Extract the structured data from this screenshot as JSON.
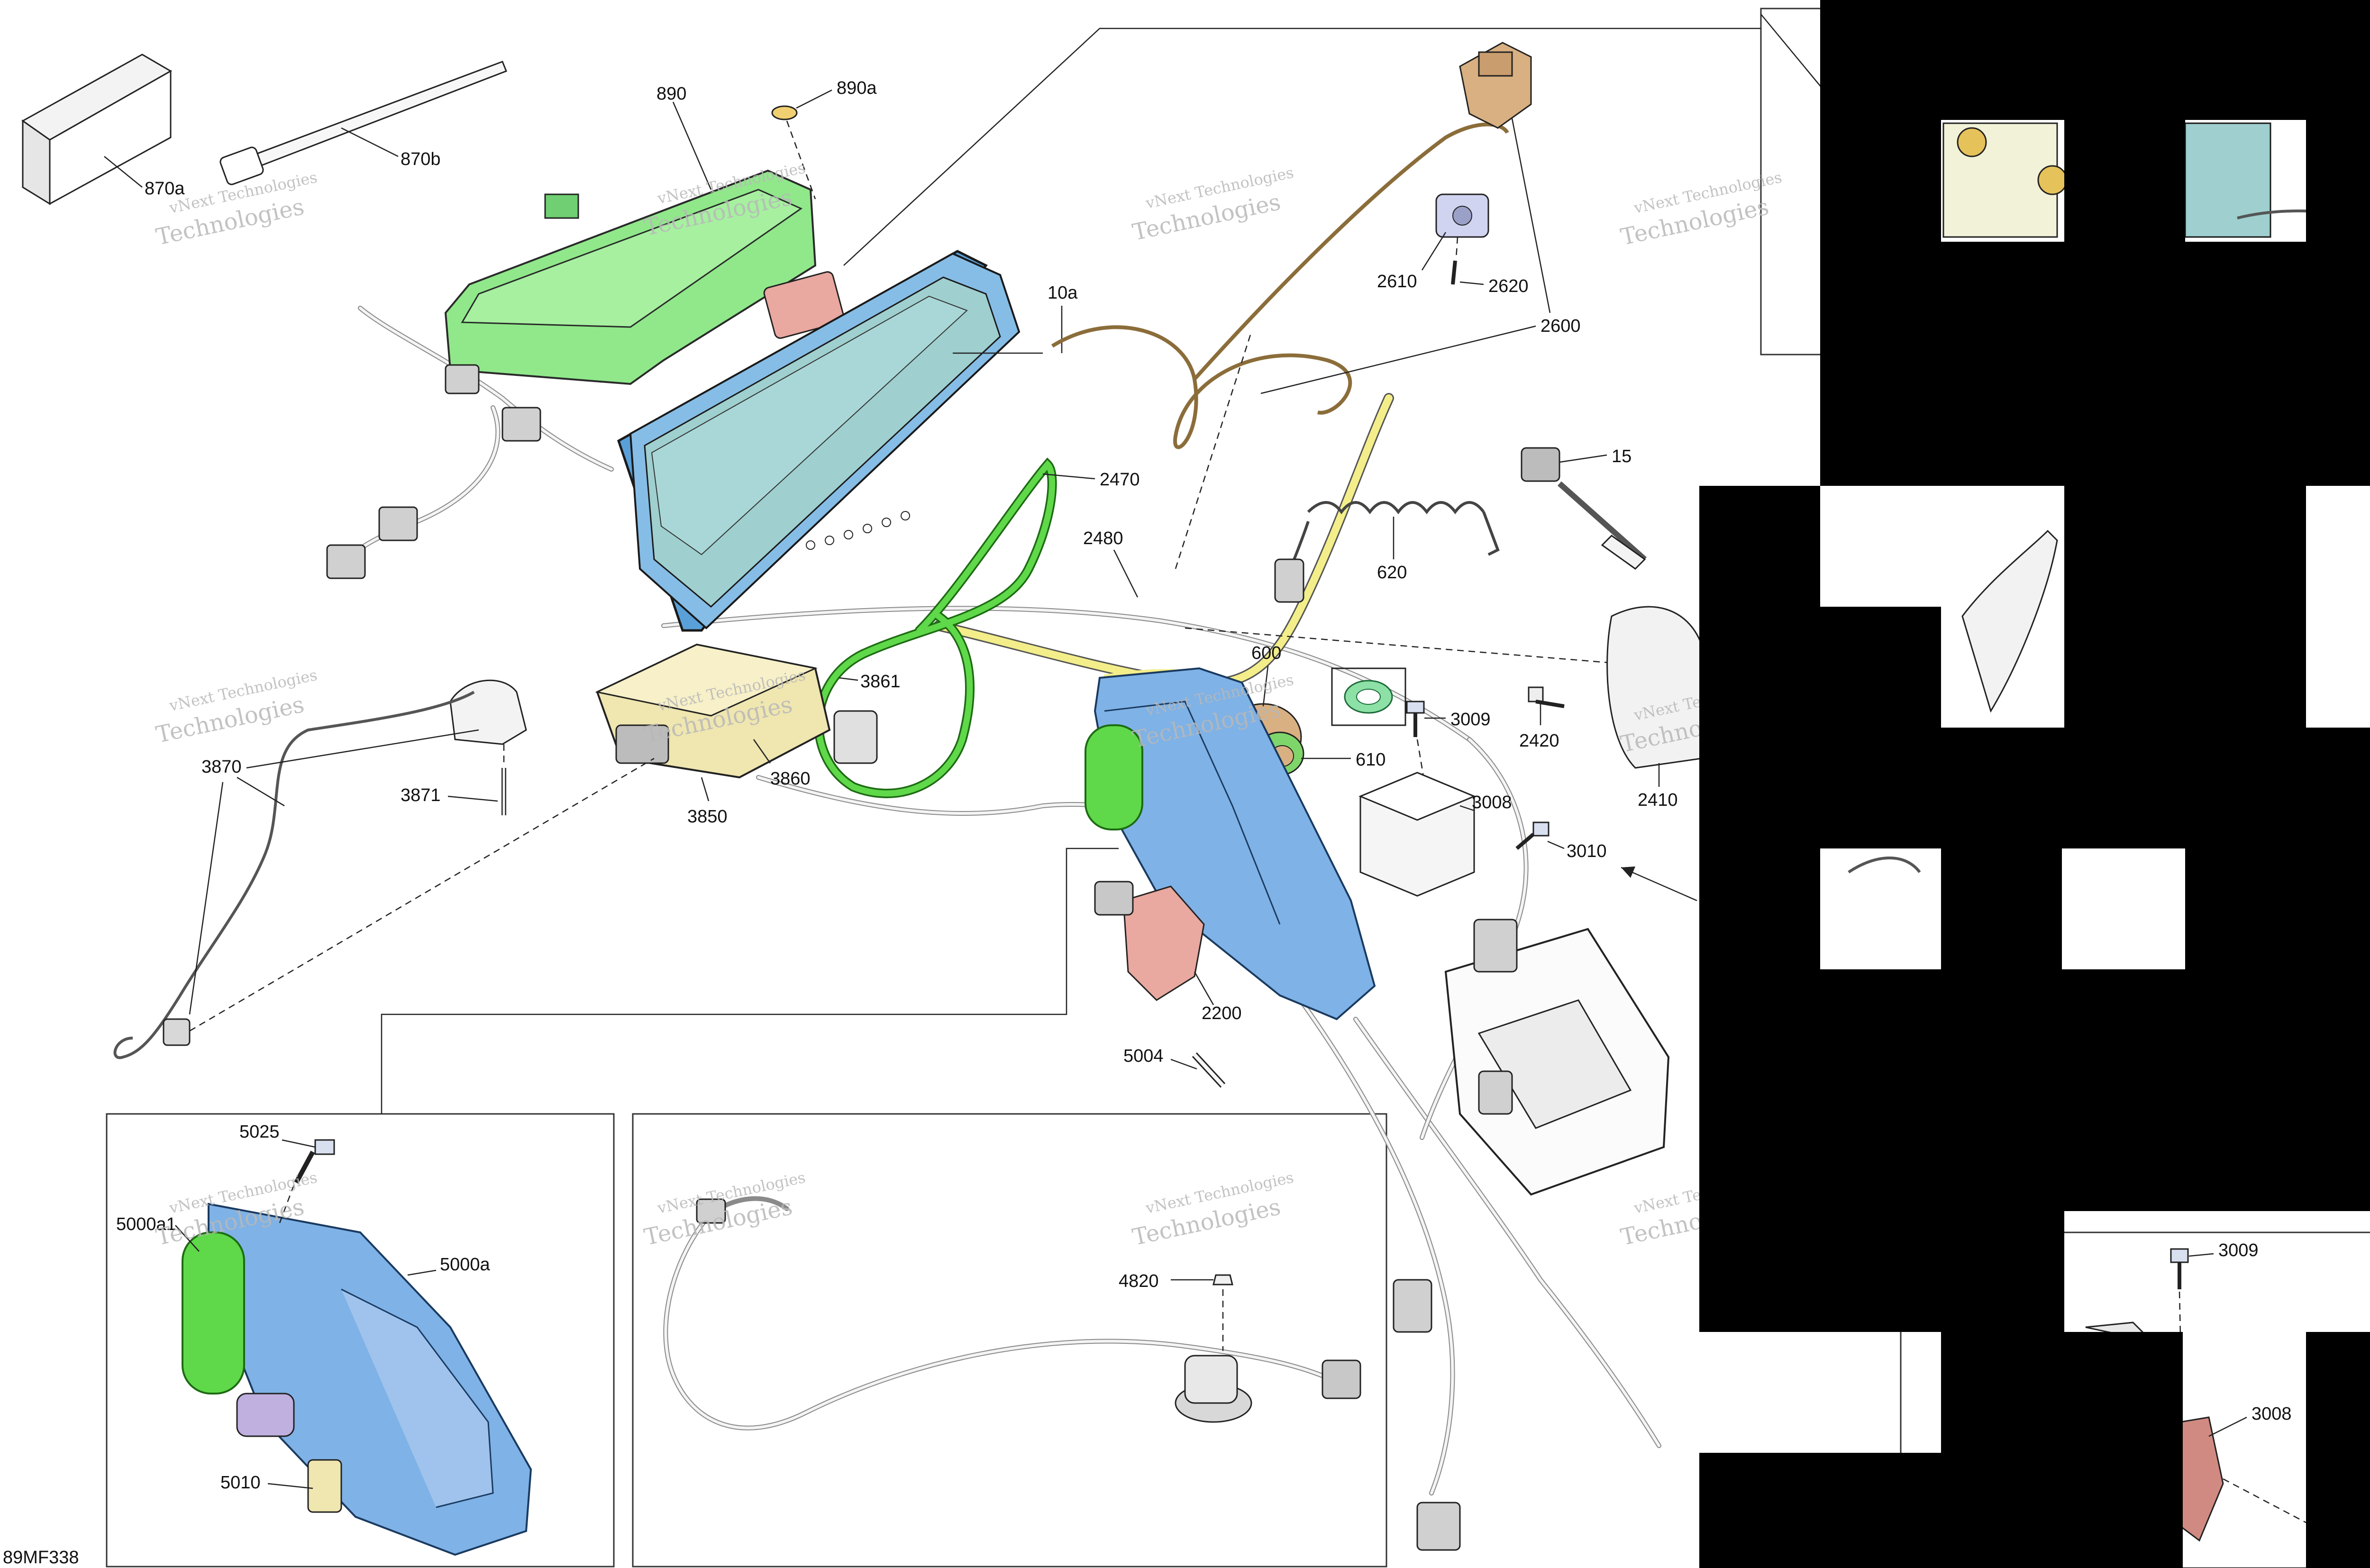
{
  "diagram": {
    "code": "89MF338",
    "labels": {
      "p870a": "870a",
      "p870b": "870b",
      "p890": "890",
      "p890a": "890a",
      "p10a": "10a",
      "p2470": "2470",
      "p2480": "2480",
      "p2610": "2610",
      "p2620": "2620",
      "p2600": "2600",
      "p15": "15",
      "p620": "620",
      "p600": "600",
      "p610": "610",
      "p3009": "3009",
      "p3861": "3861",
      "p3860": "3860",
      "p3850": "3850",
      "p3870": "3870",
      "p3871": "3871",
      "p2420": "2420",
      "p2410": "2410",
      "p3008": "3008",
      "p3010": "3010",
      "p2200": "2200",
      "p5004": "5004",
      "p5025": "5025",
      "p5000a1": "5000a1",
      "p5000a": "5000a",
      "p5010": "5010",
      "p4820": "4820",
      "p3009b": "3009",
      "p3008b": "3008"
    },
    "watermark_line1": "vNext Technologies",
    "watermark_line2": "Technologies",
    "colors": {
      "module_green": "#90e88a",
      "display_teal": "#9fcfcf",
      "display_frame": "#5aa0d8",
      "blue_parts": "#7fb2e6",
      "yellow_tube": "#f3ee8a",
      "green_tube": "#5fd84a",
      "pink_parts": "#e9a8a0",
      "cream_parts": "#efe6b0",
      "tan_parts": "#d9b081",
      "redaction": "#000000"
    }
  }
}
